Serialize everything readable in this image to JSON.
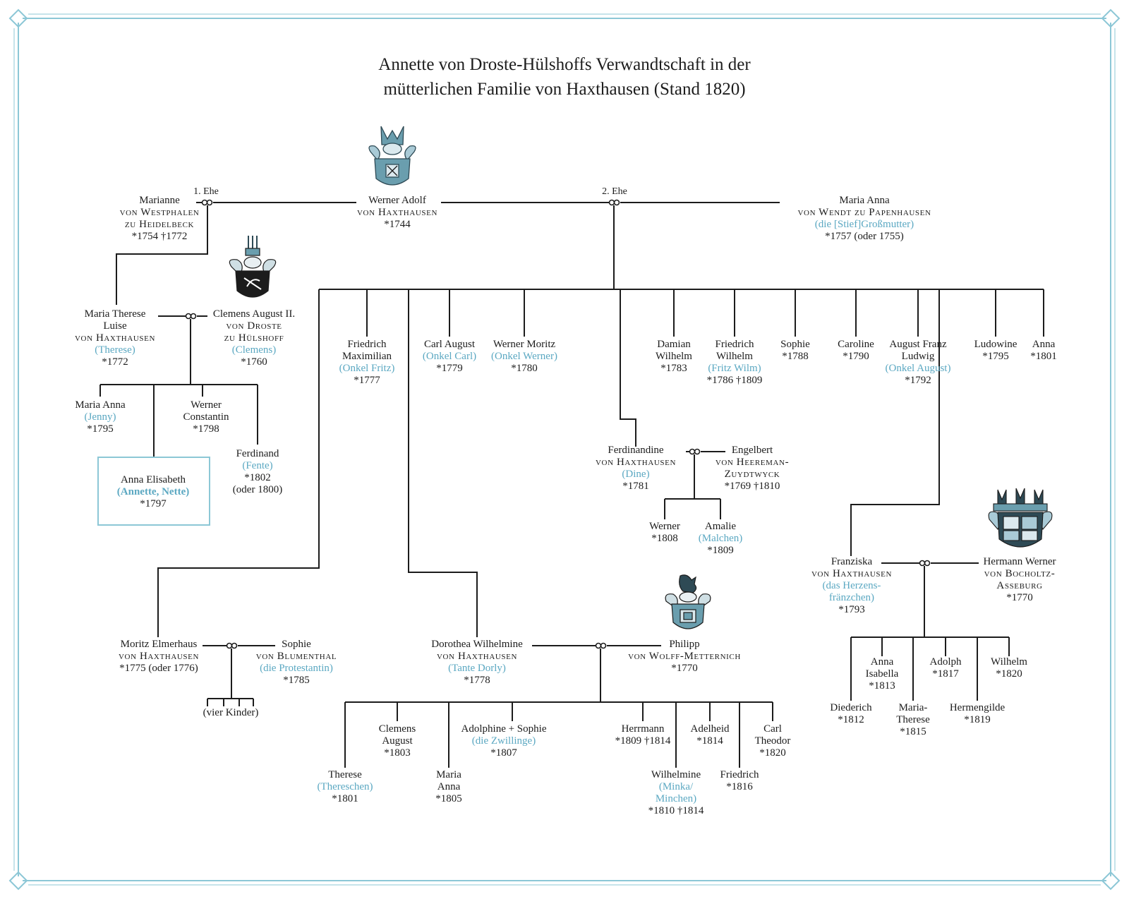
{
  "title_line1": "Annette von Droste-Hülshoffs Verwandtschaft in der",
  "title_line2": "mütterlichen Familie von Haxthausen (Stand 1820)",
  "colors": {
    "nickname": "#5ba8c2",
    "frame": "#8cc7d6",
    "line": "#1c1c1c",
    "crest": "#6a9eae"
  },
  "marriage_labels": {
    "first": "1. Ehe",
    "second": "2. Ehe"
  },
  "people": {
    "marianne": {
      "l1": "Marianne",
      "l2": "von Westphalen",
      "l3": "zu Heidelbeck",
      "l4": "*1754  †1772"
    },
    "werner_adolf": {
      "l1": "Werner Adolf",
      "l2": "von Haxthausen",
      "l3": "*1744"
    },
    "maria_anna_wendt": {
      "l1": "Maria Anna",
      "l2": "von Wendt zu Papenhausen",
      "l3": "(die [Stief]Großmutter)",
      "l4": "*1757 (oder 1755)"
    },
    "maria_therese": {
      "l1": "Maria Therese",
      "l2": "Luise",
      "l3": "von Haxthausen",
      "l4": "(Therese)",
      "l5": "*1772"
    },
    "clemens_august": {
      "l1": "Clemens August II.",
      "l2": "von Droste",
      "l3": "zu Hülshoff",
      "l4": "(Clemens)",
      "l5": "*1760"
    },
    "jenny": {
      "l1": "Maria Anna",
      "l2": "(Jenny)",
      "l3": "*1795"
    },
    "werner_constantin": {
      "l1": "Werner",
      "l2": "Constantin",
      "l3": "*1798"
    },
    "ferdinand": {
      "l1": "Ferdinand",
      "l2": "(Fente)",
      "l3": "*1802",
      "l4": "(oder 1800)"
    },
    "annette": {
      "l1": "Anna Elisabeth",
      "l2": "(Annette, Nette)",
      "l3": "*1797"
    },
    "friedrich_max": {
      "l1": "Friedrich",
      "l2": "Maximilian",
      "l3": "(Onkel Fritz)",
      "l4": "*1777"
    },
    "carl_august": {
      "l1": "Carl August",
      "l2": "(Onkel Carl)",
      "l3": "*1779"
    },
    "werner_moritz": {
      "l1": "Werner Moritz",
      "l2": "(Onkel Werner)",
      "l3": "*1780"
    },
    "damian": {
      "l1": "Damian",
      "l2": "Wilhelm",
      "l3": "*1783"
    },
    "friedrich_wilhelm": {
      "l1": "Friedrich",
      "l2": "Wilhelm",
      "l3": "(Fritz Wilm)",
      "l4": "*1786  †1809"
    },
    "sophie": {
      "l1": "Sophie",
      "l2": "*1788"
    },
    "caroline": {
      "l1": "Caroline",
      "l2": "*1790"
    },
    "august_franz": {
      "l1": "August Franz",
      "l2": "Ludwig",
      "l3": "(Onkel August)",
      "l4": "*1792"
    },
    "ludowine": {
      "l1": "Ludowine",
      "l2": "*1795"
    },
    "anna": {
      "l1": "Anna",
      "l2": "*1801"
    },
    "ferdinandine": {
      "l1": "Ferdinandine",
      "l2": "von Haxthausen",
      "l3": "(Dine)",
      "l4": "*1781"
    },
    "engelbert": {
      "l1": "Engelbert",
      "l2": "von Heereman-",
      "l3": "Zuydtwyck",
      "l4": "*1769  †1810"
    },
    "werner_1808": {
      "l1": "Werner",
      "l2": "*1808"
    },
    "amalie": {
      "l1": "Amalie",
      "l2": "(Malchen)",
      "l3": "*1809"
    },
    "franziska": {
      "l1": "Franziska",
      "l2": "von Haxthausen",
      "l3": "(das Herzens-",
      "l4": "fränzchen)",
      "l5": "*1793"
    },
    "hermann_werner": {
      "l1": "Hermann Werner",
      "l2": "von Bocholtz-",
      "l3": "Asseburg",
      "l4": "*1770"
    },
    "anna_isabella": {
      "l1": "Anna",
      "l2": "Isabella",
      "l3": "*1813"
    },
    "adolph": {
      "l1": "Adolph",
      "l2": "*1817"
    },
    "wilhelm_1820": {
      "l1": "Wilhelm",
      "l2": "*1820"
    },
    "diederich": {
      "l1": "Diederich",
      "l2": "*1812"
    },
    "maria_therese_1815": {
      "l1": "Maria-",
      "l2": "Therese",
      "l3": "*1815"
    },
    "hermengilde": {
      "l1": "Hermengilde",
      "l2": "*1819"
    },
    "moritz": {
      "l1": "Moritz Elmerhaus",
      "l2": "von Haxthausen",
      "l3": "*1775 (oder 1776)"
    },
    "sophie_blumenthal": {
      "l1": "Sophie",
      "l2": "von Blumenthal",
      "l3": "(die Protestantin)",
      "l4": "*1785"
    },
    "vier_kinder": {
      "l1": "(vier Kinder)"
    },
    "dorothea": {
      "l1": "Dorothea Wilhelmine",
      "l2": "von Haxthausen",
      "l3": "(Tante Dorly)",
      "l4": "*1778"
    },
    "philipp": {
      "l1": "Philipp",
      "l2": "von Wolff-Metternich",
      "l3": "*1770"
    },
    "therese_1801": {
      "l1": "Therese",
      "l2": "(Thereschen)",
      "l3": "*1801"
    },
    "clemens_1803": {
      "l1": "Clemens",
      "l2": "August",
      "l3": "*1803"
    },
    "maria_anna_1805": {
      "l1": "Maria",
      "l2": "Anna",
      "l3": "*1805"
    },
    "zwillinge": {
      "l1": "Adolphine + Sophie",
      "l2": "(die Zwillinge)",
      "l3": "*1807"
    },
    "herrmann": {
      "l1": "Herrmann",
      "l2": "*1809  †1814"
    },
    "wilhelmine": {
      "l1": "Wilhelmine",
      "l2": "(Minka/",
      "l3": "Minchen)",
      "l4": "*1810  †1814"
    },
    "adelheid": {
      "l1": "Adelheid",
      "l2": "*1814"
    },
    "friedrich_1816": {
      "l1": "Friedrich",
      "l2": "*1816"
    },
    "carl_theodor": {
      "l1": "Carl",
      "l2": "Theodor",
      "l3": "*1820"
    }
  },
  "crests": [
    "haxthausen-crest",
    "droste-crest",
    "wolff-metternich-crest",
    "bocholtz-crest"
  ]
}
